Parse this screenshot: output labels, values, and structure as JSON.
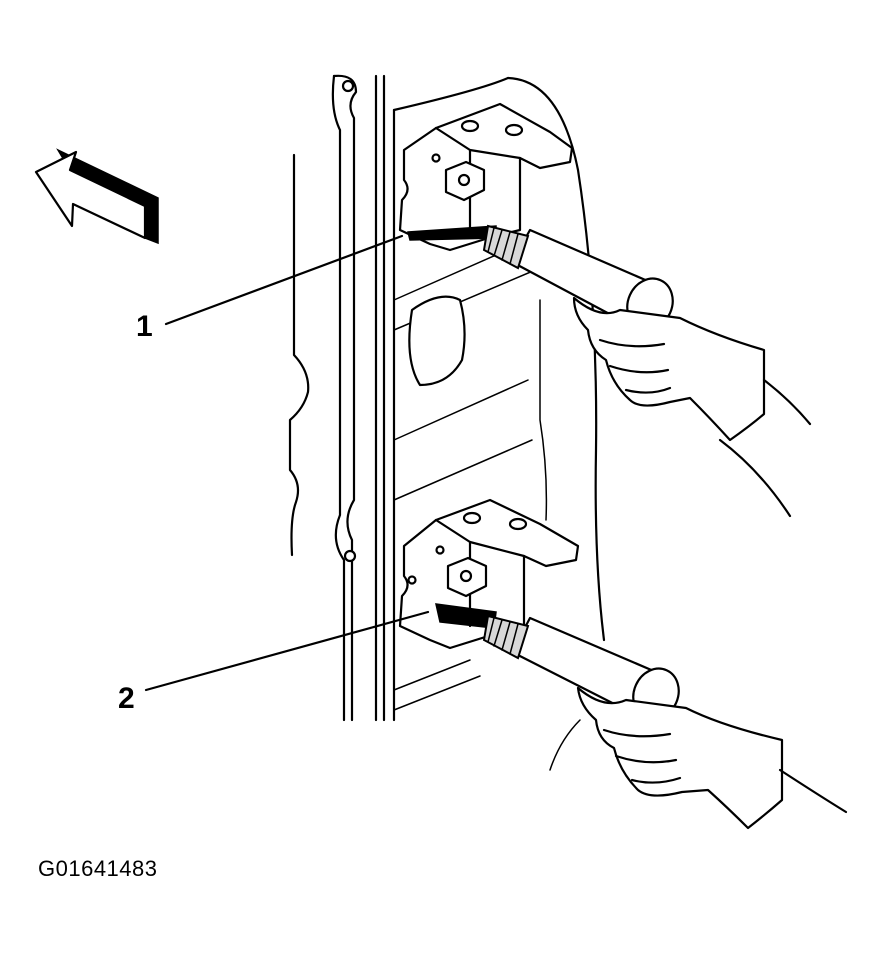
{
  "figure": {
    "id_label": "G01641483"
  },
  "callouts": [
    {
      "number": "1"
    },
    {
      "number": "2"
    }
  ],
  "colors": {
    "ink": "#000000",
    "paper": "#ffffff"
  }
}
